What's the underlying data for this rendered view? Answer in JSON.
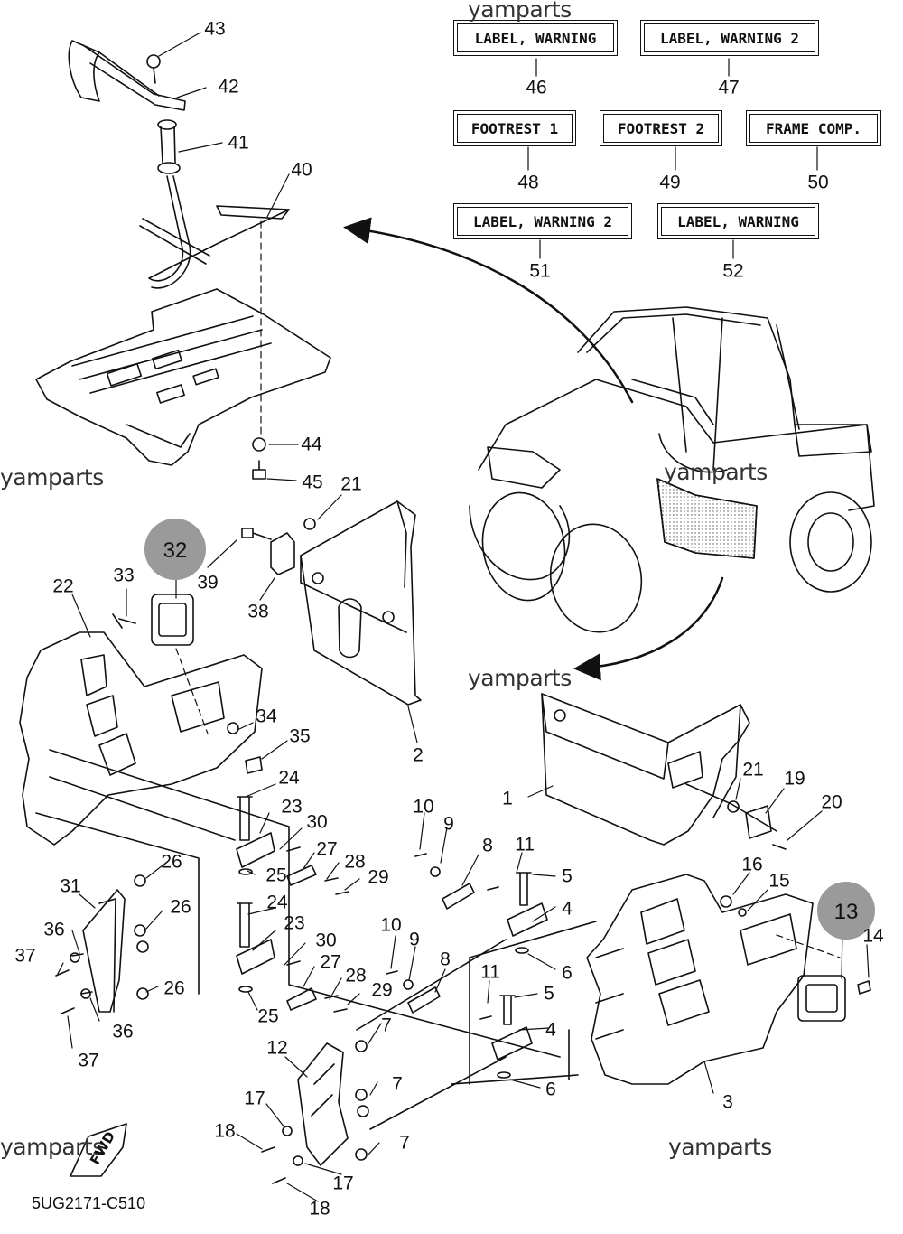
{
  "watermark_text": "yamparts",
  "diagram_code": "5UG2171-C510",
  "fwd_label": "FWD",
  "labels": {
    "46": "LABEL, WARNING",
    "47": "LABEL, WARNING 2",
    "48": "FOOTREST 1",
    "49": "FOOTREST 2",
    "50": "FRAME COMP.",
    "51": "LABEL, WARNING 2",
    "52": "LABEL, WARNING"
  },
  "callouts": {
    "n1": "1",
    "n2": "2",
    "n3": "3",
    "n4a": "4",
    "n4b": "4",
    "n5a": "5",
    "n5b": "5",
    "n6a": "6",
    "n6b": "6",
    "n7a": "7",
    "n7b": "7",
    "n7c": "7",
    "n8a": "8",
    "n8b": "8",
    "n9a": "9",
    "n9b": "9",
    "n10a": "10",
    "n10b": "10",
    "n11a": "11",
    "n11b": "11",
    "n12": "12",
    "n13": "13",
    "n14": "14",
    "n15": "15",
    "n16": "16",
    "n17a": "17",
    "n17b": "17",
    "n18a": "18",
    "n18b": "18",
    "n19": "19",
    "n20": "20",
    "n21a": "21",
    "n21b": "21",
    "n22": "22",
    "n23a": "23",
    "n23b": "23",
    "n24a": "24",
    "n24b": "24",
    "n25a": "25",
    "n25b": "25",
    "n26a": "26",
    "n26b": "26",
    "n26c": "26",
    "n27a": "27",
    "n27b": "27",
    "n28a": "28",
    "n28b": "28",
    "n29a": "29",
    "n29b": "29",
    "n30a": "30",
    "n30b": "30",
    "n31": "31",
    "n32": "32",
    "n33": "33",
    "n34": "34",
    "n35": "35",
    "n36a": "36",
    "n36b": "36",
    "n37a": "37",
    "n37b": "37",
    "n38": "38",
    "n39": "39",
    "n40": "40",
    "n41": "41",
    "n42": "42",
    "n43": "43",
    "n44": "44",
    "n45": "45",
    "n46": "46",
    "n47": "47",
    "n48": "48",
    "n49": "49",
    "n50": "50",
    "n51": "51",
    "n52": "52"
  },
  "highlighted_parts": [
    "32",
    "13"
  ],
  "colors": {
    "line": "#111111",
    "highlight": "#9a9a9a",
    "watermark": "#333333",
    "background": "#ffffff"
  }
}
